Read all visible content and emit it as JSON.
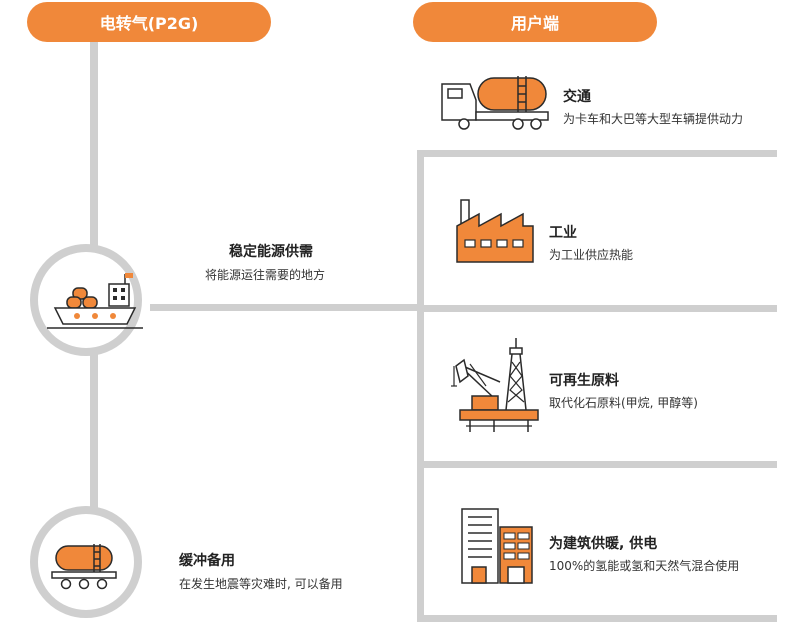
{
  "headers": {
    "p2g": "电转气(P2G)",
    "users": "用户端"
  },
  "nodes": {
    "supply": {
      "title": "稳定能源供需",
      "desc": "将能源运往需要的地方"
    },
    "buffer": {
      "title": "缓冲备用",
      "desc": "在发生地震等灾难时, 可以备用"
    }
  },
  "users": {
    "transport": {
      "title": "交通",
      "desc": "为卡车和大巴等大型车辆提供动力"
    },
    "industry": {
      "title": "工业",
      "desc": "为工业供应热能"
    },
    "renewable": {
      "title": "可再生原料",
      "desc": "取代化石原料(甲烷, 甲醇等)"
    },
    "building": {
      "title": "为建筑供暖, 供电",
      "desc": "100%的氢能或氢和天然气混合使用"
    }
  },
  "colors": {
    "accent": "#f0883a",
    "line": "#cfcfcf",
    "ink": "#2b2b2b"
  },
  "icons": [
    "ship-icon",
    "tank-wagon-icon",
    "truck-tanker-icon",
    "factory-icon",
    "oil-rig-icon",
    "building-icon"
  ]
}
